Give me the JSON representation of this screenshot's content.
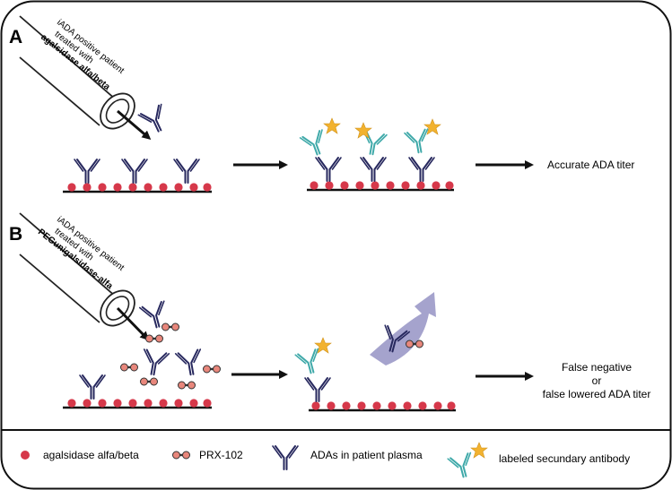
{
  "panels": [
    {
      "letter": "A",
      "tube_lines": [
        "iADA positive patient",
        "treated with",
        "agalsidase alfa/beta"
      ],
      "result": [
        "Accurate ADA titer"
      ]
    },
    {
      "letter": "B",
      "tube_lines": [
        "iADA positive patient",
        "treated with",
        "PEGunigalsidase-alfa"
      ],
      "result": [
        "False negative",
        "or",
        "false lowered ADA titer"
      ]
    }
  ],
  "legend": [
    {
      "icon": "red-dot-icon",
      "label": "agalsidase alfa/beta"
    },
    {
      "icon": "prx-102-icon",
      "label": "PRX-102"
    },
    {
      "icon": "antibody-icon",
      "label": "ADAs in patient plasma"
    },
    {
      "icon": "labeled-antibody-icon",
      "label": "labeled secundary antibody"
    }
  ],
  "colors": {
    "antibody": "#27285e",
    "secondary_antibody": "#3fa9a9",
    "star": "#f2b22f",
    "bead": "#d6384a",
    "prx_bead": "#e8877c",
    "removal_arrow": "#8f8cc0",
    "frame": "#111111"
  }
}
